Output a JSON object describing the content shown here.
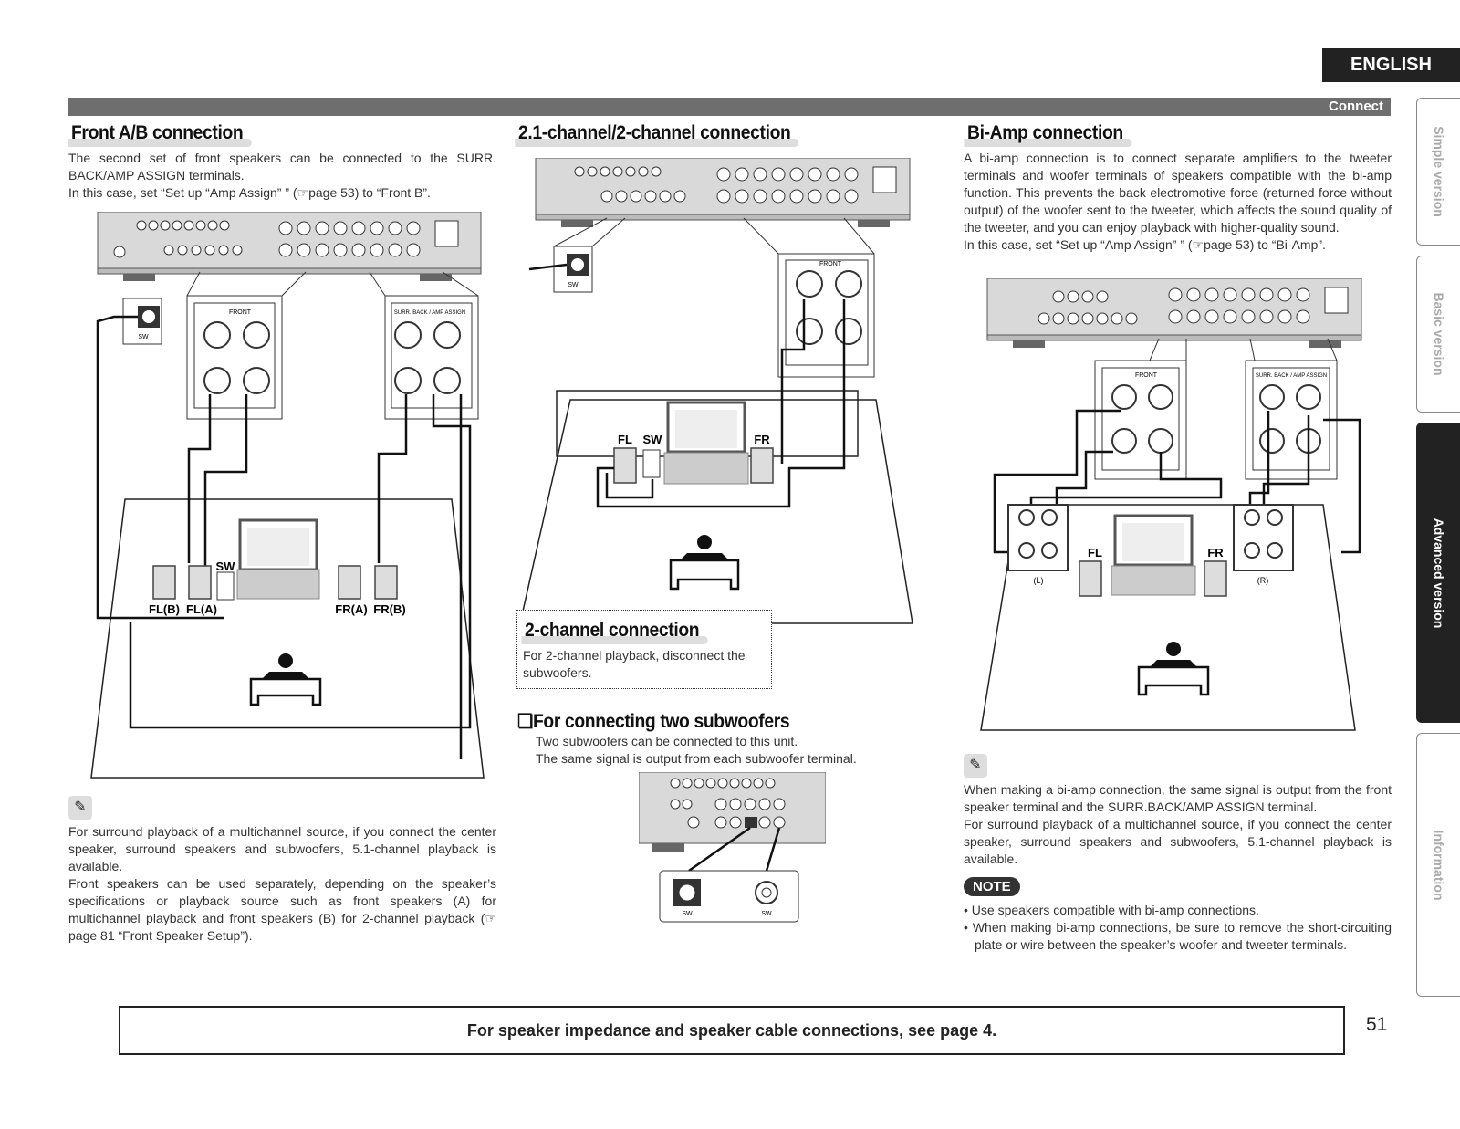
{
  "header": {
    "language_tab": "ENGLISH",
    "section_label": "Connect"
  },
  "side_tabs": [
    {
      "label": "Simple version",
      "active": false
    },
    {
      "label": "Basic version",
      "active": false
    },
    {
      "label": "Advanced version",
      "active": true
    },
    {
      "label": "Information",
      "active": false
    }
  ],
  "front_ab": {
    "title": "Front A/B connection",
    "intro_1": "The second set of front speakers can be connected to the SURR. BACK/AMP ASSIGN terminals.",
    "intro_2": "In this case, set “Set up “Amp Assign” ” (☞page 53) to “Front B”.",
    "labels": {
      "sw": "SW",
      "front": "FRONT",
      "surr_back": "SURR. BACK / AMP ASSIGN",
      "sw_spk": "SW",
      "fl_b": "FL(B)",
      "fl_a": "FL(A)",
      "fr_a": "FR(A)",
      "fr_b": "FR(B)"
    },
    "note_1": "For surround playback of a multichannel source, if you connect the center speaker, surround speakers and subwoofers, 5.1-channel playback is available.",
    "note_2": "Front speakers can be used separately, depending on the speaker’s specifications or playback source such as front speakers (A) for multichannel playback and front speakers (B) for 2-channel playback (☞page 81 “Front Speaker Setup”)."
  },
  "two_one": {
    "title": "2.1-channel/2-channel connection",
    "labels": {
      "sw": "SW",
      "front": "FRONT",
      "fl": "FL",
      "sw_spk": "SW",
      "fr": "FR"
    },
    "box_title": "2-channel connection",
    "box_text": "For 2-channel playback, disconnect the subwoofers.",
    "sub_title": "❏For connecting two subwoofers",
    "sub_text_1": "Two subwoofers can be connected to this unit.",
    "sub_text_2": "The same signal is output from each subwoofer terminal.",
    "sub_labels": {
      "sw1": "SW",
      "sw2": "SW"
    }
  },
  "bi_amp": {
    "title": "Bi-Amp connection",
    "intro_1": "A bi-amp connection is to connect separate amplifiers to the tweeter terminals and woofer terminals of speakers compatible with the bi-amp function. This prevents the back electromotive force (returned force without output) of the woofer sent to the tweeter, which affects the sound quality of the tweeter, and you can enjoy playback with higher-quality sound.",
    "intro_2": "In this case, set “Set up “Amp Assign” ” (☞page 53) to “Bi-Amp”.",
    "labels": {
      "front": "FRONT",
      "surr_back": "SURR. BACK / AMP ASSIGN",
      "fl": "FL",
      "fr": "FR",
      "l": "(L)",
      "r": "(R)"
    },
    "note_1": "When making a bi-amp connection, the same signal is output from the front speaker terminal and the SURR.BACK/AMP ASSIGN terminal.",
    "note_2": "For surround playback of a multichannel source, if you connect the center speaker, surround speakers and subwoofers, 5.1-channel playback is available.",
    "note_badge": "NOTE",
    "bullets": [
      "• Use speakers compatible with bi-amp connections.",
      "• When making bi-amp connections, be sure to remove the short-circuiting plate or wire between the speaker’s woofer and tweeter terminals."
    ]
  },
  "footer": {
    "text": "For speaker impedance and speaker cable connections, see page 4.",
    "page_number": "51"
  }
}
